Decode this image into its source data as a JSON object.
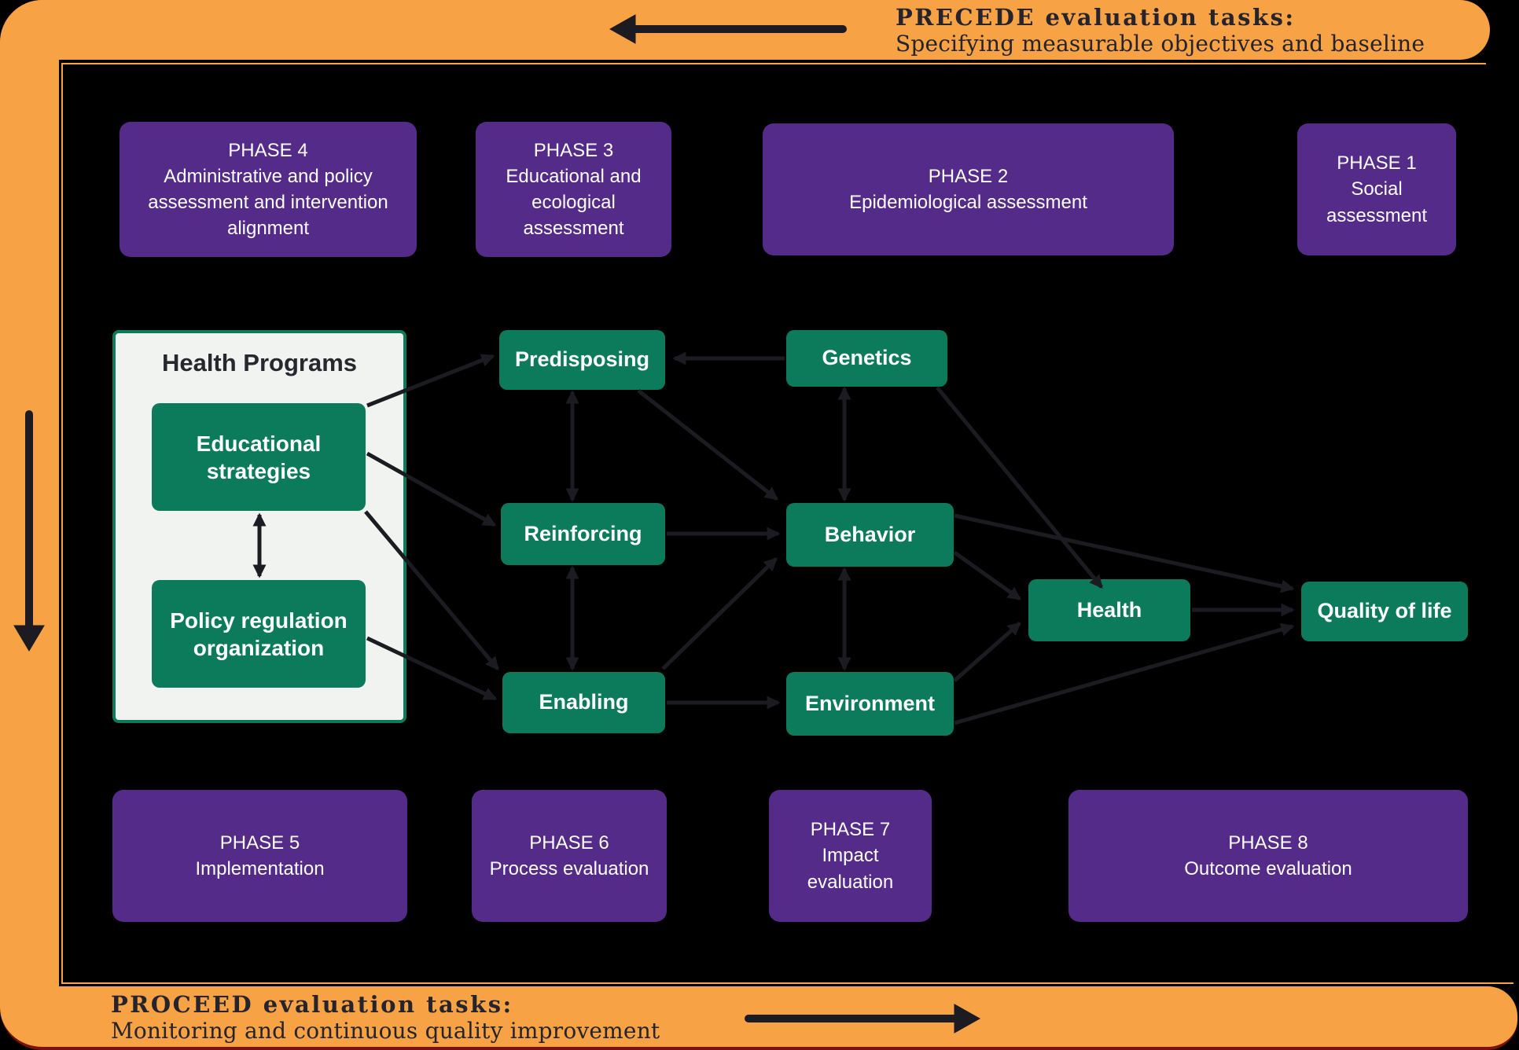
{
  "colors": {
    "orange": "#f6a245",
    "purple": "#552b8a",
    "green": "#0c7b5c",
    "ink": "#25232c",
    "line": "#1c1b21",
    "darkred": "#7c130b",
    "panel_bg": "#000000",
    "programs_bg": "#f1f3f1"
  },
  "banners": {
    "top": {
      "title": "PRECEDE evaluation tasks:",
      "subtitle": "Specifying measurable objectives and baseline",
      "arrow_direction": "left"
    },
    "bottom": {
      "title": "PROCEED evaluation tasks:",
      "subtitle": "Monitoring and continuous quality improvement",
      "arrow_direction": "right"
    },
    "left_band_arrow_direction": "down"
  },
  "phases": [
    {
      "id": "phase4",
      "title": "PHASE 4",
      "text": "Administrative and policy assessment and intervention alignment"
    },
    {
      "id": "phase3",
      "title": "PHASE 3",
      "text": "Educational and ecological assessment"
    },
    {
      "id": "phase2",
      "title": "PHASE 2",
      "text": "Epidemiological assessment"
    },
    {
      "id": "phase1",
      "title": "PHASE 1",
      "text": "Social assessment"
    },
    {
      "id": "phase5",
      "title": "PHASE 5",
      "text": "Implementation"
    },
    {
      "id": "phase6",
      "title": "PHASE 6",
      "text": "Process evaluation"
    },
    {
      "id": "phase7",
      "title": "PHASE 7",
      "text": "Impact evaluation"
    },
    {
      "id": "phase8",
      "title": "PHASE 8",
      "text": "Outcome evaluation"
    }
  ],
  "health_programs": {
    "title": "Health Programs",
    "nodes": [
      {
        "id": "edu",
        "label": "Educational strategies"
      },
      {
        "id": "policy",
        "label": "Policy regulation organization"
      }
    ]
  },
  "nodes": [
    {
      "id": "predisposing",
      "label": "Predisposing"
    },
    {
      "id": "genetics",
      "label": "Genetics"
    },
    {
      "id": "reinforcing",
      "label": "Reinforcing"
    },
    {
      "id": "behavior",
      "label": "Behavior"
    },
    {
      "id": "enabling",
      "label": "Enabling"
    },
    {
      "id": "environment",
      "label": "Environment"
    },
    {
      "id": "health",
      "label": "Health"
    },
    {
      "id": "qol",
      "label": "Quality of life"
    }
  ],
  "edges": [
    {
      "from": "genetics",
      "to": "predisposing",
      "p": [
        998,
        456,
        858,
        456
      ],
      "double": false
    },
    {
      "from": "predisposing",
      "to": "reinforcing",
      "p": [
        728,
        499,
        728,
        636
      ],
      "double": true
    },
    {
      "from": "reinforcing",
      "to": "enabling",
      "p": [
        728,
        722,
        728,
        851
      ],
      "double": true
    },
    {
      "from": "genetics",
      "to": "behavior",
      "p": [
        1074,
        494,
        1074,
        636
      ],
      "double": true
    },
    {
      "from": "behavior",
      "to": "environment",
      "p": [
        1074,
        724,
        1074,
        851
      ],
      "double": true
    },
    {
      "from": "edu",
      "to": "policy",
      "p": [
        330,
        655,
        330,
        733
      ],
      "double": true
    },
    {
      "from": "edu",
      "to": "predisposing",
      "p": [
        467,
        516,
        627,
        453
      ],
      "double": false
    },
    {
      "from": "edu",
      "to": "reinforcing",
      "p": [
        467,
        577,
        629,
        668
      ],
      "double": false
    },
    {
      "from": "edu",
      "to": "enabling",
      "p": [
        465,
        651,
        633,
        851
      ],
      "double": false
    },
    {
      "from": "policy",
      "to": "enabling",
      "p": [
        467,
        812,
        630,
        889
      ],
      "double": false
    },
    {
      "from": "reinforcing",
      "to": "behavior",
      "p": [
        848,
        679,
        990,
        679
      ],
      "double": false
    },
    {
      "from": "enabling",
      "to": "environment",
      "p": [
        848,
        894,
        990,
        894
      ],
      "double": false
    },
    {
      "from": "predisposing",
      "to": "behavior",
      "p": [
        812,
        497,
        988,
        635
      ],
      "double": false
    },
    {
      "from": "enabling",
      "to": "behavior",
      "p": [
        843,
        851,
        987,
        711
      ],
      "double": false
    },
    {
      "from": "genetics",
      "to": "health",
      "p": [
        1192,
        493,
        1401,
        747
      ],
      "double": false
    },
    {
      "from": "behavior",
      "to": "health",
      "p": [
        1214,
        703,
        1297,
        762
      ],
      "double": false
    },
    {
      "from": "environment",
      "to": "health",
      "p": [
        1214,
        866,
        1297,
        793
      ],
      "double": false
    },
    {
      "from": "behavior",
      "to": "qol",
      "p": [
        1214,
        656,
        1644,
        749
      ],
      "double": false
    },
    {
      "from": "environment",
      "to": "qol",
      "p": [
        1214,
        920,
        1644,
        797
      ],
      "double": false
    },
    {
      "from": "health",
      "to": "qol",
      "p": [
        1516,
        776,
        1644,
        776
      ],
      "double": false
    }
  ]
}
